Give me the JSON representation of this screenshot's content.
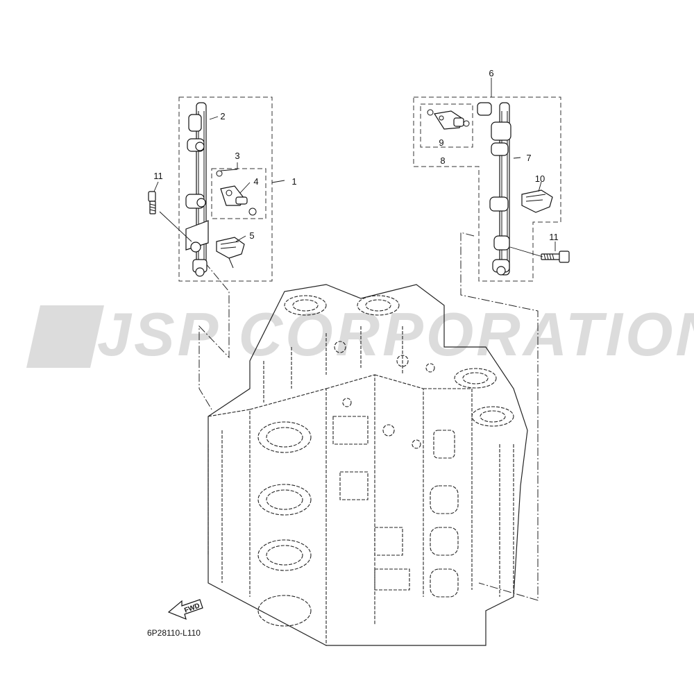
{
  "watermark": "JSP CORPORATION",
  "diagram_code": "6P28110-L110",
  "fwd_label": "FWD",
  "callouts": {
    "p1": "1",
    "p2": "2",
    "p3": "3",
    "p4": "4",
    "p5": "5",
    "p6": "6",
    "p7": "7",
    "p8": "8",
    "p9": "9",
    "p10": "10",
    "p11_left": "11",
    "p11_right": "11"
  }
}
